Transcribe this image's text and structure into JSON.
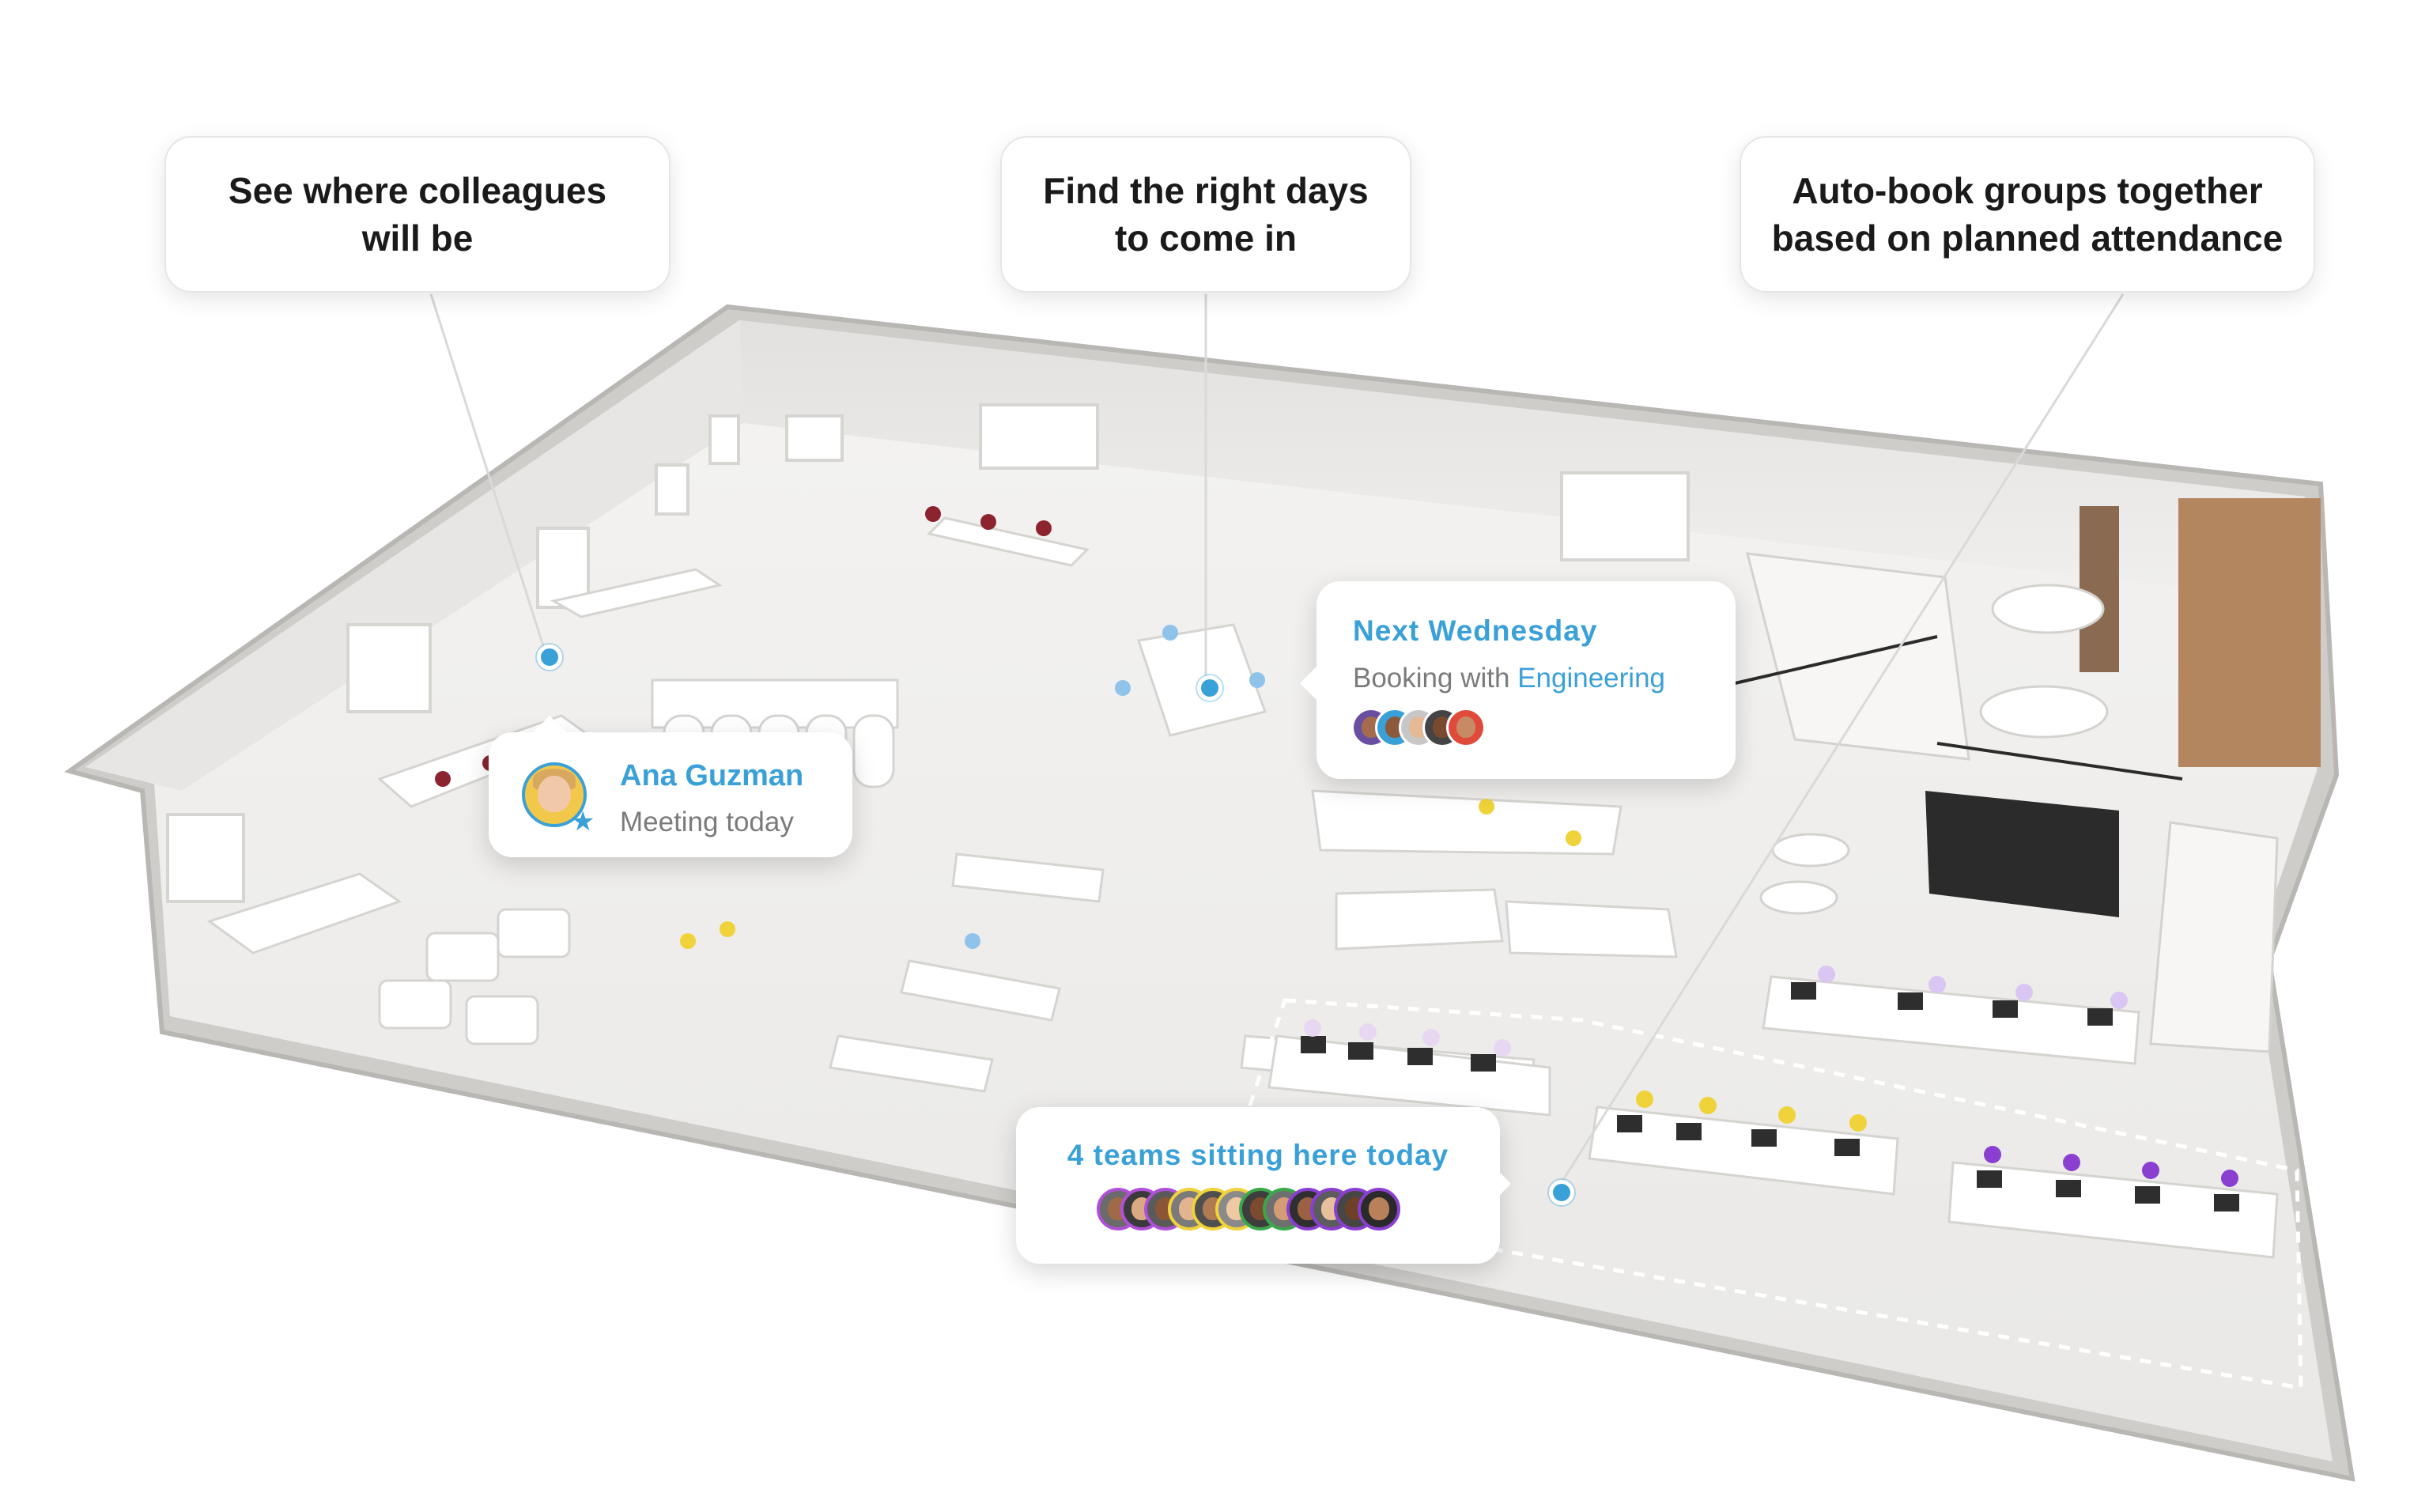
{
  "callouts": {
    "colleagues": [
      "See where colleagues",
      "will be"
    ],
    "days": [
      "Find the right days",
      "to come in"
    ],
    "autobook": [
      "Auto-book groups together",
      "based on planned attendance"
    ]
  },
  "cards": {
    "person": {
      "name": "Ana Guzman",
      "status": "Meeting today",
      "badge_icon": "star-icon"
    },
    "wednesday": {
      "title": "Next Wednesday",
      "booking_prefix": "Booking with",
      "team": "Engineering",
      "avatar_count": 5
    },
    "teams": {
      "title": "4 teams sitting here today",
      "avatar_count": 12
    }
  },
  "colors": {
    "accent": "#3aa0d8",
    "text": "#1a1a1a",
    "muted": "#7b7b7b",
    "team_yellow": "#f0d23a",
    "team_purple": "#8a3fd1",
    "team_red": "#8c2430",
    "team_blue": "#8fc3ea",
    "team_green": "#3aa84a"
  }
}
